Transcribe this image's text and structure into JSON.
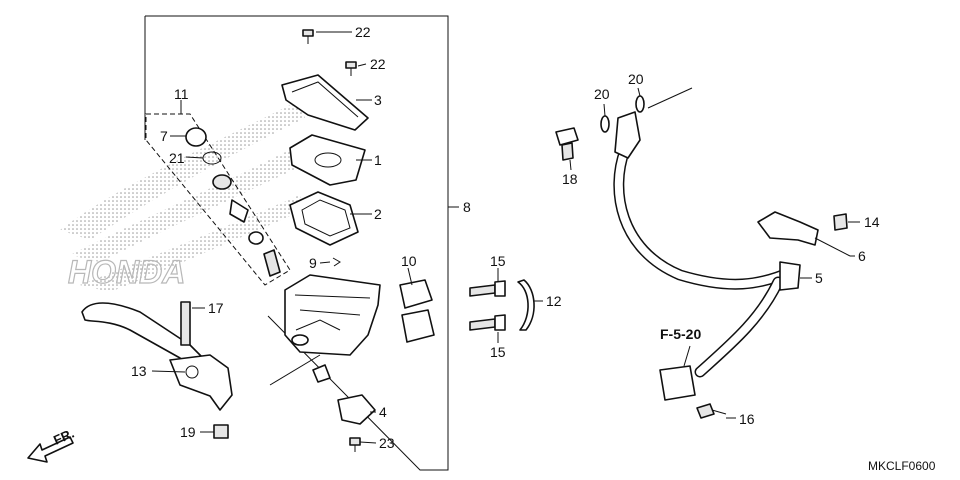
{
  "diagram": {
    "callouts": [
      "22",
      "22",
      "3",
      "1",
      "2",
      "8",
      "9",
      "10",
      "11",
      "7",
      "21",
      "15",
      "15",
      "12",
      "17",
      "13",
      "19",
      "4",
      "23",
      "20",
      "20",
      "18",
      "5",
      "6",
      "14",
      "16"
    ],
    "reference_label": "F-5-20",
    "direction_label": "FR.",
    "diagram_code": "MKCLF0600",
    "watermark_text": "HONDA"
  }
}
